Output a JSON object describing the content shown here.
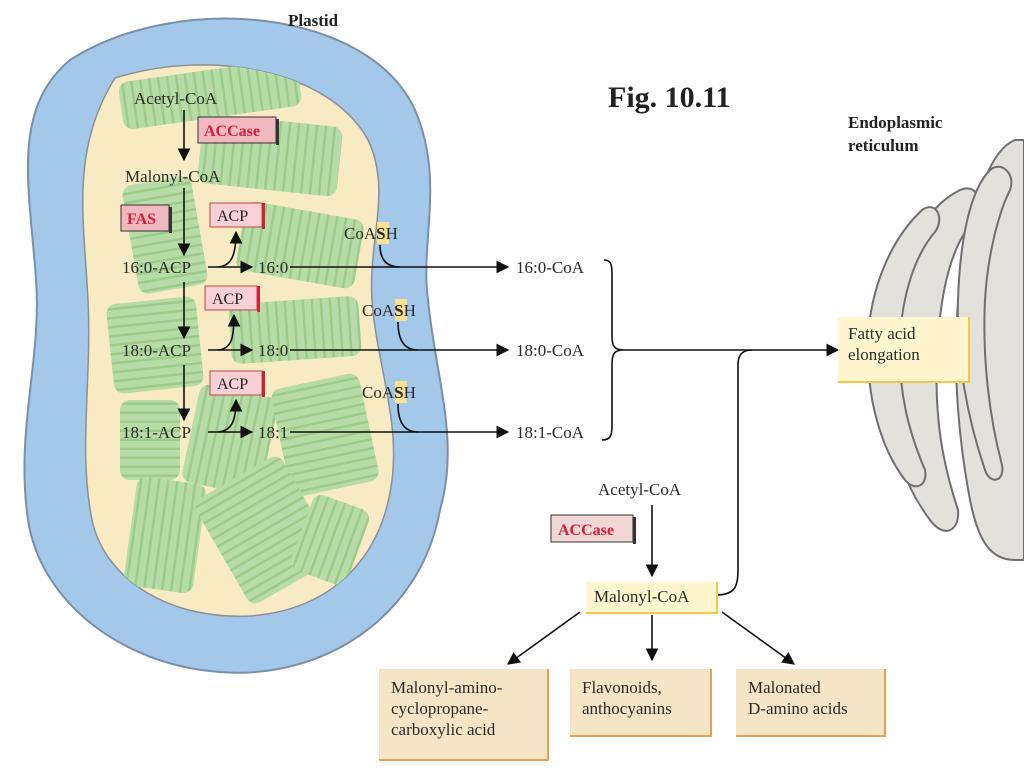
{
  "labels": {
    "plastid": "Plastid",
    "figure": "Fig. 10.11",
    "er_line1": "Endoplasmic",
    "er_line2": "reticulum"
  },
  "plastid_pathway": {
    "acetyl_coa": "Acetyl-CoA",
    "accase": "ACCase",
    "malonyl_coa": "Malonyl-CoA",
    "fas": "FAS",
    "acp": "ACP",
    "c16_acp": "16:0-ACP",
    "c16": "16:0",
    "c18_acp": "18:0-ACP",
    "c18": "18:0",
    "c181_acp": "18:1-ACP",
    "c181": "18:1",
    "coash_prefix": "CoA",
    "coash_s": "S",
    "coash_h": "H"
  },
  "exported": {
    "c16_coa": "16:0-CoA",
    "c18_coa": "18:0-CoA",
    "c181_coa": "18:1-CoA"
  },
  "elongation": {
    "line1": "Fatty acid",
    "line2": "elongation"
  },
  "cytosol": {
    "acetyl_coa": "Acetyl-CoA",
    "accase": "ACCase",
    "malonyl_coa": "Malonyl-CoA"
  },
  "products": [
    {
      "lines": [
        "Malonyl-amino-",
        "cyclopropane-",
        "carboxylic acid"
      ]
    },
    {
      "lines": [
        "Flavonoids,",
        "anthocyanins"
      ]
    },
    {
      "lines": [
        "Malonated",
        "D-amino acids"
      ]
    }
  ],
  "colors": {
    "plastid_envelope": "#a3c8ea",
    "stroma": "#f8ebc4",
    "thylakoid": "#b8dca8",
    "enzyme_text": "#d2203b",
    "enzyme_box": "#f2b8bf",
    "product_box": "#f6e4c6",
    "er_fill": "#e3e1dc"
  }
}
